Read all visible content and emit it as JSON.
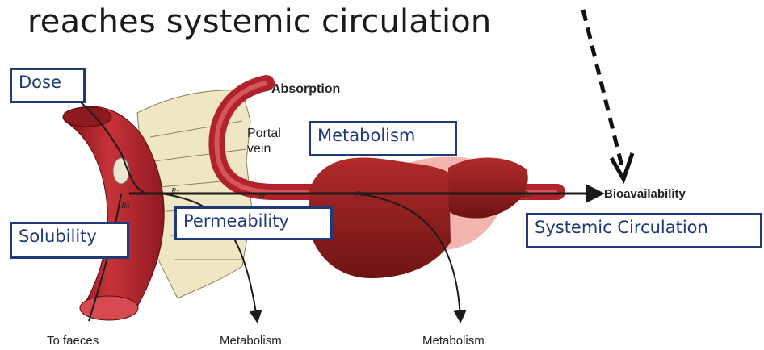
{
  "slide": {
    "title": "reaches systemic circulation"
  },
  "callouts": {
    "dose": "Dose",
    "solubility": "Solubility",
    "permeability": "Permeability",
    "metabolism": "Metabolism",
    "systemic_circulation": "Systemic Circulation"
  },
  "figure_labels": {
    "absorption": "Absorption",
    "portal_vein": "Portal\nvein",
    "bioavailability": "Bioavailability",
    "to_faeces": "To faeces",
    "metabolism_gut": "Metabolism",
    "metabolism_liver": "Metabolism",
    "rx": "Rx"
  },
  "colors": {
    "tissue_red": "#b2222a",
    "tissue_dark": "#7a1418",
    "tissue_pink": "#f2b5ad",
    "villi": "#efe6c4",
    "callout_border": "#1f3a78",
    "arrow": "#1b1b1b"
  }
}
